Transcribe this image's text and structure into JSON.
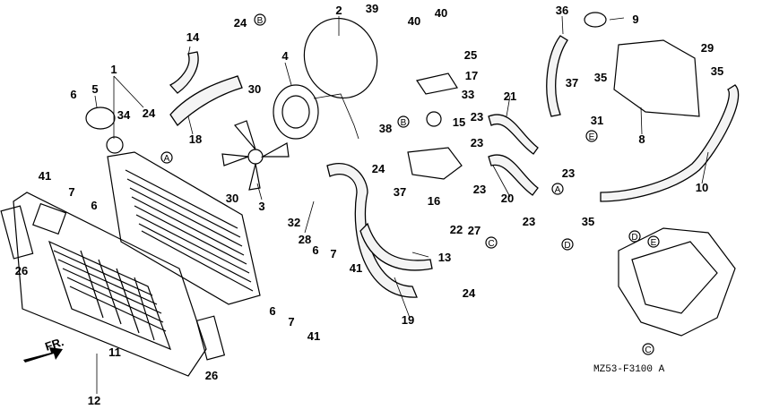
{
  "labels": {
    "l1": "1",
    "l2": "2",
    "l3": "3",
    "l4": "4",
    "l5": "5",
    "l6a": "6",
    "l6b": "6",
    "l6c": "6",
    "l6d": "6",
    "l7a": "7",
    "l7b": "7",
    "l7c": "7",
    "l8": "8",
    "l9": "9",
    "l10": "10",
    "l11": "11",
    "l12": "12",
    "l13": "13",
    "l14": "14",
    "l15": "15",
    "l16": "16",
    "l17": "17",
    "l18": "18",
    "l19": "19",
    "l20": "20",
    "l21": "21",
    "l22": "22",
    "l23a": "23",
    "l23b": "23",
    "l23c": "23",
    "l23d": "23",
    "l23e": "23",
    "l24a": "24",
    "l24b": "24",
    "l24c": "24",
    "l24d": "24",
    "l25": "25",
    "l26a": "26",
    "l26b": "26",
    "l27": "27",
    "l28": "28",
    "l29": "29",
    "l30a": "30",
    "l30b": "30",
    "l31": "31",
    "l32": "32",
    "l33": "33",
    "l34": "34",
    "l35a": "35",
    "l35b": "35",
    "l35c": "35",
    "l36": "36",
    "l37a": "37",
    "l37b": "37",
    "l38": "38",
    "l39": "39",
    "l40a": "40",
    "l40b": "40",
    "l41a": "41",
    "l41b": "41",
    "l41c": "41"
  },
  "refs": {
    "A1": "A",
    "A2": "A",
    "B1": "B",
    "B2": "B",
    "C1": "C",
    "C2": "C",
    "D1": "D",
    "D2": "D",
    "E1": "E",
    "E2": "E"
  },
  "direction_label": "FR.",
  "diagram_code": "MZ53-F3100 A"
}
